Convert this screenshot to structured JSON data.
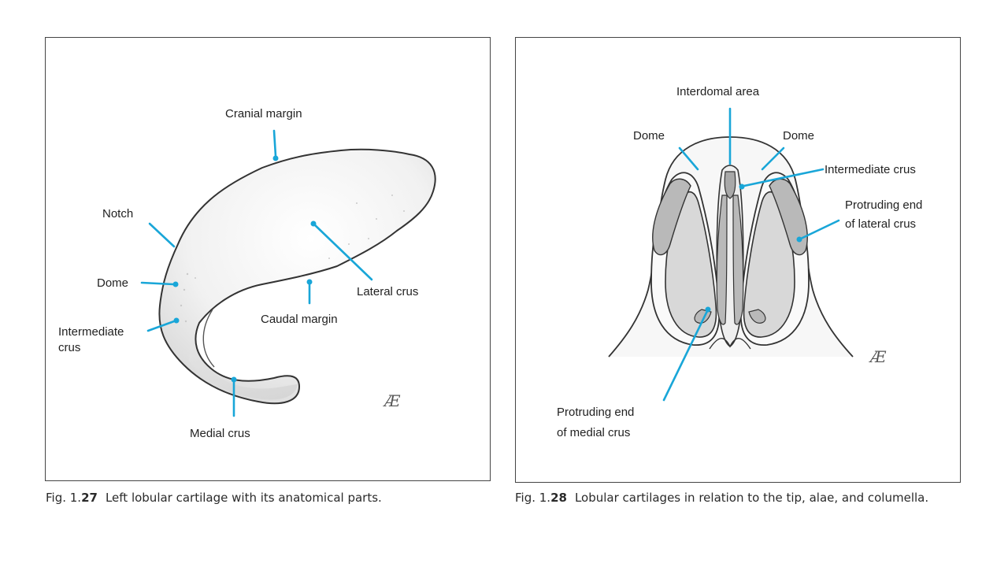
{
  "figure_27": {
    "labels": {
      "cranial_margin": "Cranial margin",
      "notch": "Notch",
      "dome": "Dome",
      "intermediate_crus_line1": "Intermediate",
      "intermediate_crus_line2": "crus",
      "lateral_crus": "Lateral crus",
      "caudal_margin": "Caudal margin",
      "medial_crus": "Medial crus"
    },
    "signature": "Æ",
    "caption": {
      "prefix": "Fig. 1.",
      "number": "27",
      "text": "Left lobular cartilage with its anatomical parts."
    }
  },
  "figure_28": {
    "labels": {
      "interdomal_area": "Interdomal area",
      "dome_left": "Dome",
      "dome_right": "Dome",
      "intermediate_crus": "Intermediate crus",
      "protruding_lateral_line1": "Protruding end",
      "protruding_lateral_line2": "of lateral crus",
      "protruding_medial_line1": "Protruding end",
      "protruding_medial_line2": "of medial crus"
    },
    "signature": "Æ",
    "caption": {
      "prefix": "Fig. 1.",
      "number": "28",
      "text": "Lobular cartilages in relation to the tip, alae, and columella."
    }
  },
  "colors": {
    "leader": "#19a6d8",
    "cartilage_fill": "#e4e4e4",
    "cartilage_dark": "#b8b8b8",
    "outline": "#333333"
  }
}
